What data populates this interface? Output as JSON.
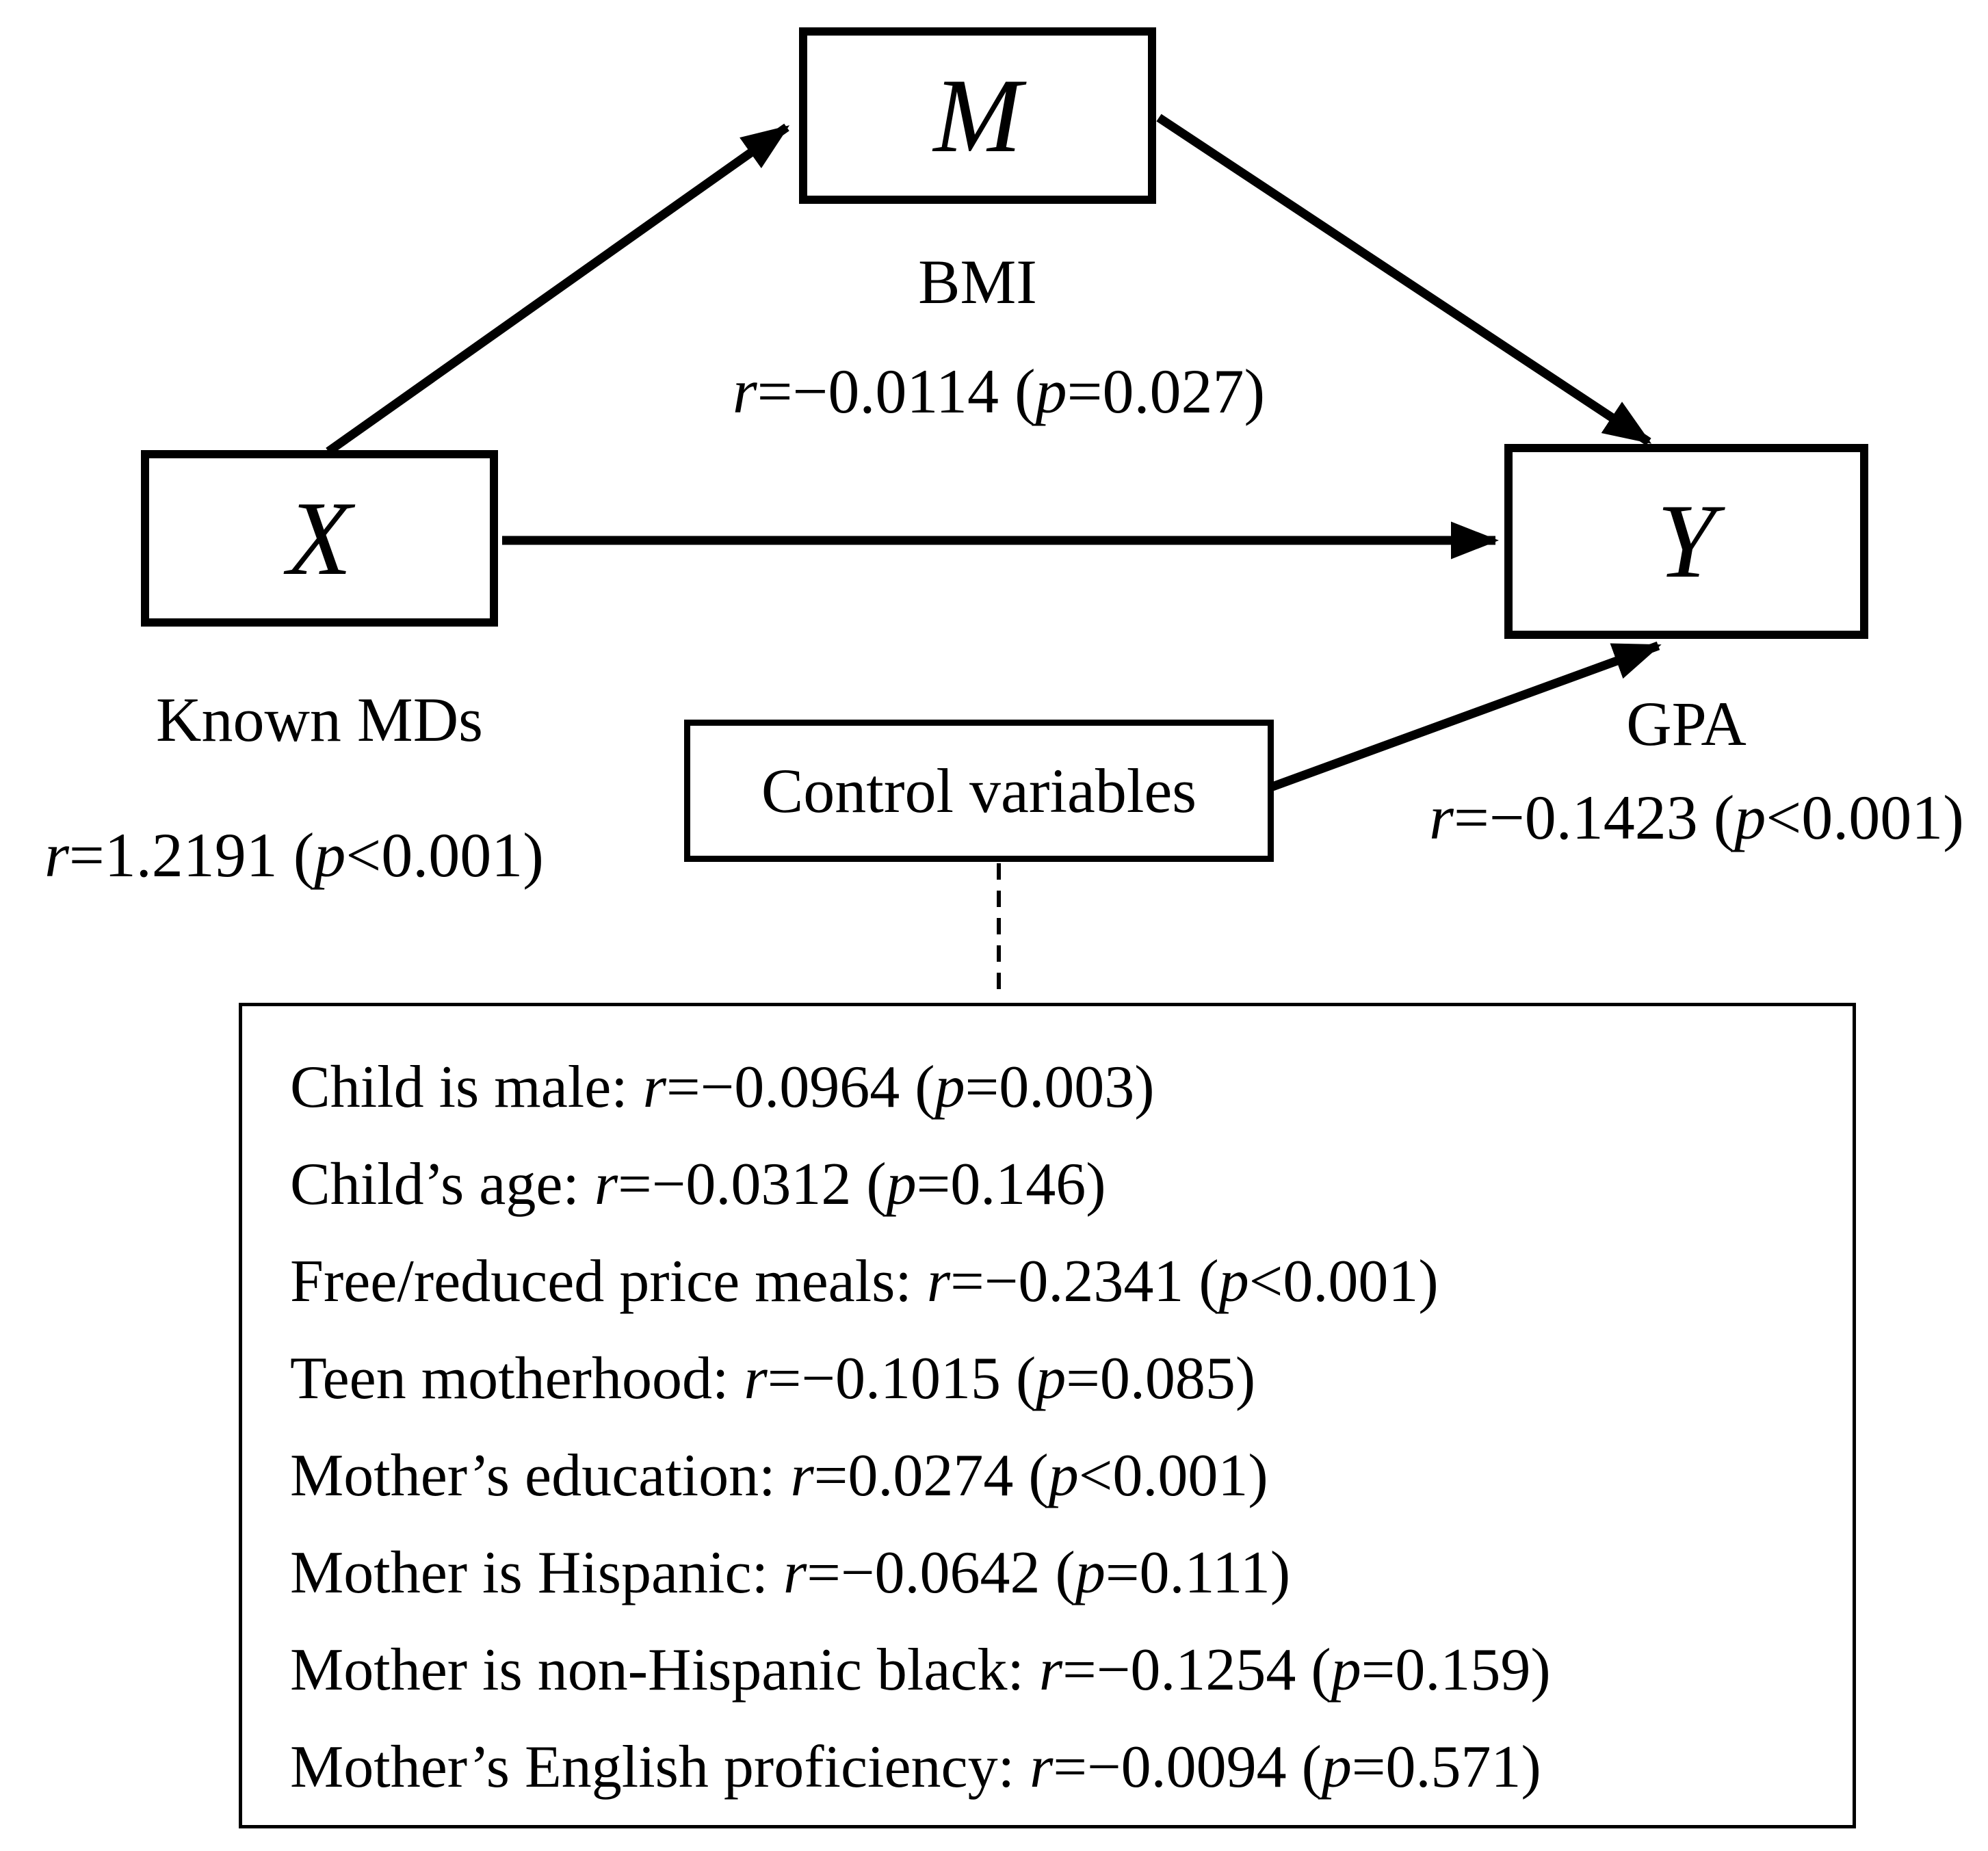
{
  "figure": {
    "symbols": {
      "r": "r",
      "p": "p"
    },
    "mediator": {
      "letter": "M",
      "label": "BMI",
      "stat_pre": "=−0.0114 (",
      "stat_post": "=0.027)"
    },
    "predictor": {
      "letter": "X",
      "label": "Known MDs",
      "stat_pre": "=1.2191 (",
      "stat_post": "<0.001)"
    },
    "outcome": {
      "letter": "Y",
      "label": "GPA",
      "stat_pre": "=−0.1423 (",
      "stat_post": "<0.001)"
    },
    "controls_label": "Control variables",
    "control_items": [
      {
        "label": "Child is male: ",
        "r_pre": "=−0.0964 (",
        "p_post": "=0.003)"
      },
      {
        "label": "Child’s age: ",
        "r_pre": "=−0.0312 (",
        "p_post": "=0.146)"
      },
      {
        "label": "Free/reduced price meals: ",
        "r_pre": "=−0.2341 (",
        "p_post": "<0.001)"
      },
      {
        "label": "Teen motherhood: ",
        "r_pre": "=−0.1015 (",
        "p_post": "=0.085)"
      },
      {
        "label": "Mother’s education: ",
        "r_pre": "=0.0274 (",
        "p_post": "<0.001)"
      },
      {
        "label": "Mother is Hispanic: ",
        "r_pre": "=−0.0642 (",
        "p_post": "=0.111)"
      },
      {
        "label": "Mother is non-Hispanic black: ",
        "r_pre": "=−0.1254 (",
        "p_post": "=0.159)"
      },
      {
        "label": "Mother’s English proficiency: ",
        "r_pre": "=−0.0094 (",
        "p_post": "=0.571)"
      }
    ]
  }
}
